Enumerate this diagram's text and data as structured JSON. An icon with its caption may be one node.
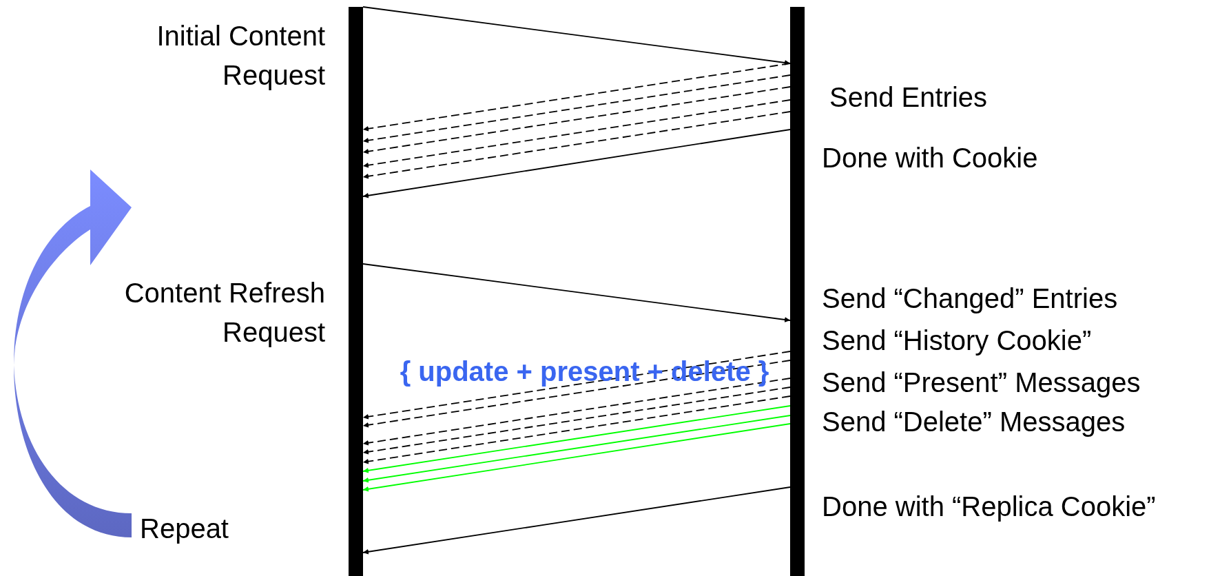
{
  "diagram": {
    "nodes": [
      {
        "text": [],
        "shape": "bar"
      },
      {
        "text": [],
        "shape": "bar"
      }
    ],
    "edges": [
      {
        "from": 0,
        "to": 1,
        "arrow": "to"
      },
      {
        "from": 1,
        "to": 0,
        "arrow": "to",
        "style": "dashed"
      },
      {
        "from": 1,
        "to": 0,
        "arrow": "to",
        "style": "dashed"
      },
      {
        "from": 1,
        "to": 0,
        "arrow": "to",
        "style": "dashed"
      },
      {
        "from": 1,
        "to": 0,
        "arrow": "to",
        "style": "dashed"
      },
      {
        "from": 1,
        "to": 0,
        "arrow": "to",
        "style": "dashed"
      },
      {
        "from": 1,
        "to": 0,
        "arrow": "to"
      },
      {
        "from": 0,
        "to": 1,
        "arrow": "to"
      },
      {
        "from": 1,
        "to": 0,
        "arrow": "to",
        "style": "dashed"
      },
      {
        "from": 1,
        "to": 0,
        "arrow": "to",
        "style": "dashed"
      },
      {
        "from": 1,
        "to": 0,
        "arrow": "to",
        "style": "dashed"
      },
      {
        "from": 1,
        "to": 0,
        "arrow": "to",
        "style": "dashed"
      },
      {
        "from": 1,
        "to": 0,
        "arrow": "to",
        "style": "dashed"
      },
      {
        "from": 1,
        "to": 0,
        "arrow": "to",
        "color": "#00ff00"
      },
      {
        "from": 1,
        "to": 0,
        "arrow": "to",
        "color": "#00ff00"
      },
      {
        "from": 1,
        "to": 0,
        "arrow": "to",
        "color": "#00ff00"
      },
      {
        "from": 1,
        "to": 0,
        "arrow": "to"
      }
    ],
    "labels": [
      "Initial Content Request",
      "Send Entries",
      "Done with Cookie",
      "Content Refresh Request",
      "Send “Changed” Entries",
      "Send “History Cookie”",
      "{ update + present + delete }",
      "Send “Present” Messages",
      "Send “Delete” Messages",
      "Repeat",
      "Done with “Replica Cookie”"
    ]
  }
}
